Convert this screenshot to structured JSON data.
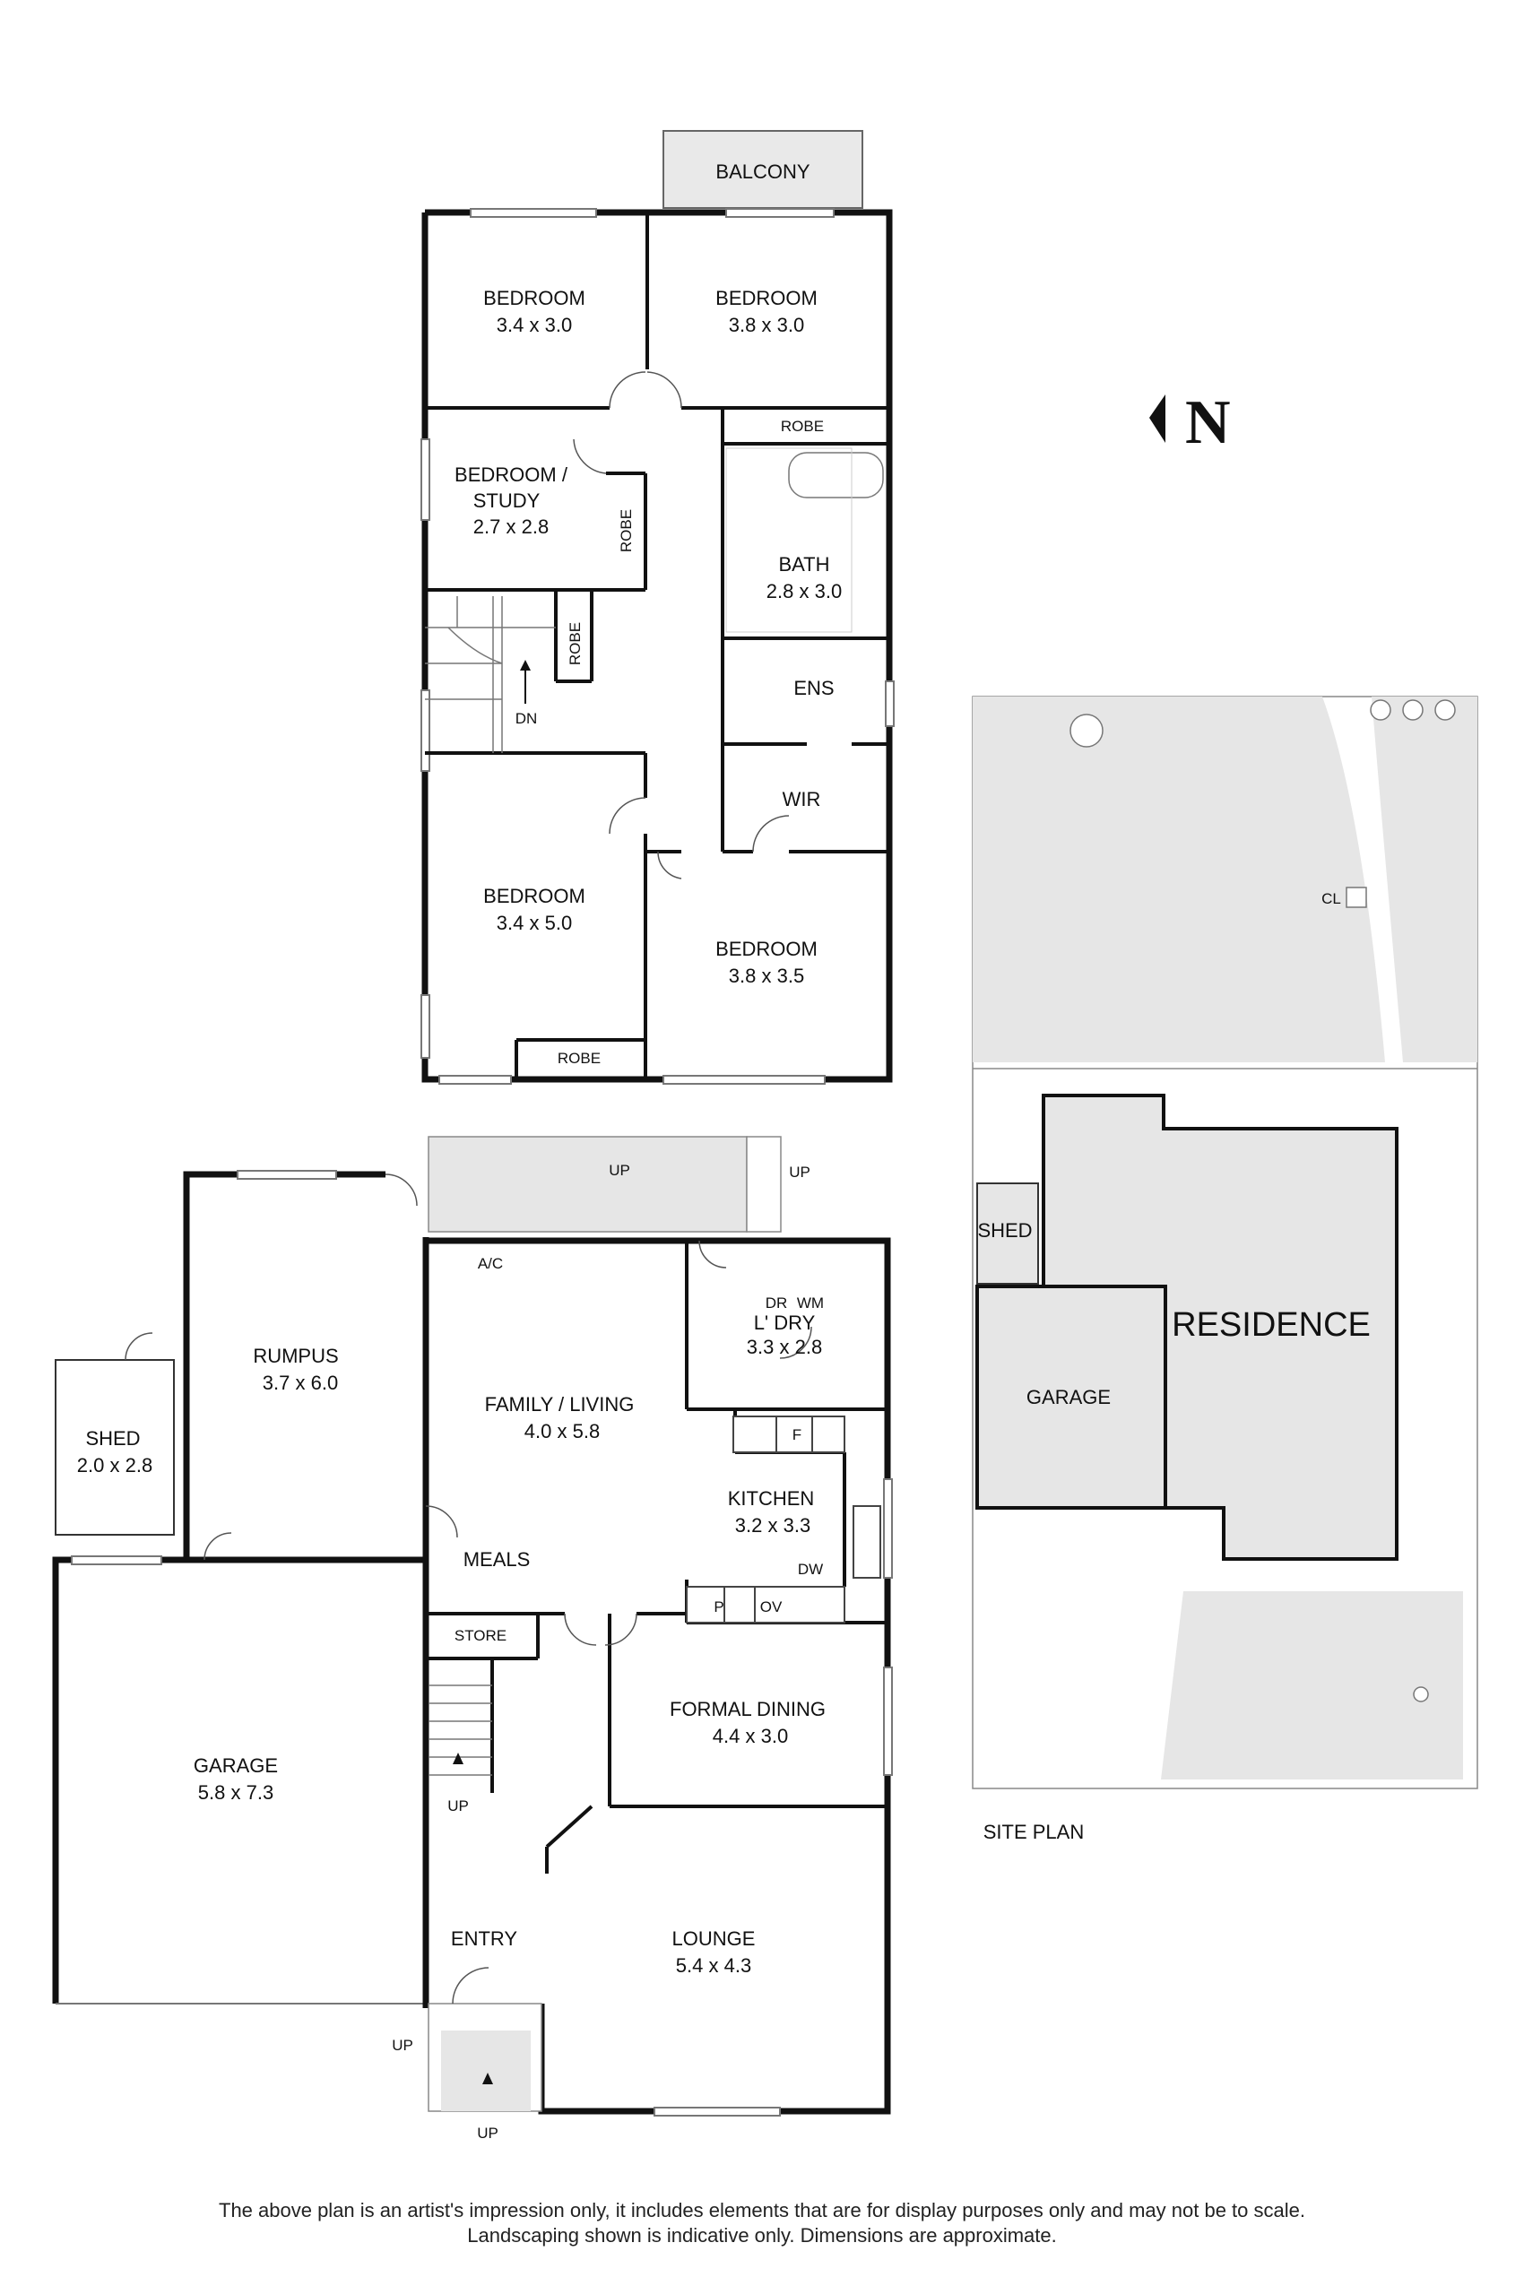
{
  "upper_floor": {
    "balcony": "BALCONY",
    "bedroom_nw": {
      "name": "BEDROOM",
      "size": "3.4 x 3.0"
    },
    "bedroom_ne": {
      "name": "BEDROOM",
      "size": "3.8 x 3.0"
    },
    "robe_top": "ROBE",
    "study": {
      "name_line1": "BEDROOM /",
      "name_line2": "STUDY",
      "size": "2.7 x 2.8"
    },
    "robe_study": "ROBE",
    "robe_stair": "ROBE",
    "bath": {
      "name": "BATH",
      "size": "2.8 x 3.0"
    },
    "ens": "ENS",
    "wir": "WIR",
    "stair_dn": "DN",
    "bedroom_sw": {
      "name": "BEDROOM",
      "size": "3.4 x 5.0"
    },
    "robe_bottom": "ROBE",
    "bedroom_se": {
      "name": "BEDROOM",
      "size": "3.8 x 3.5"
    }
  },
  "ground_floor": {
    "up_top": "UP",
    "up_right": "UP",
    "ac": "A/C",
    "rumpus": {
      "name": "RUMPUS",
      "size": "3.7 x 6.0"
    },
    "shed": {
      "name": "SHED",
      "size": "2.0 x 2.8"
    },
    "family": {
      "name": "FAMILY / LIVING",
      "size": "4.0 x 5.8"
    },
    "laundry": {
      "dr": "DR",
      "wm": "WM",
      "name": "L' DRY",
      "size": "3.3 x 2.8"
    },
    "fridge": "F",
    "kitchen": {
      "name": "KITCHEN",
      "size": "3.2 x 3.3"
    },
    "meals": "MEALS",
    "dw": "DW",
    "pantry": "P",
    "oven": "OV",
    "store": "STORE",
    "garage": {
      "name": "GARAGE",
      "size": "5.8 x 7.3"
    },
    "formal_dining": {
      "name": "FORMAL DINING",
      "size": "4.4 x 3.0"
    },
    "stair_up": "UP",
    "entry": "ENTRY",
    "lounge": {
      "name": "LOUNGE",
      "size": "5.4 x 4.3"
    },
    "up_entry_left": "UP",
    "up_entry_bottom": "UP"
  },
  "site_plan": {
    "cl": "CL",
    "shed": "SHED",
    "residence": "RESIDENCE",
    "garage": "GARAGE",
    "title": "SITE PLAN"
  },
  "compass": {
    "letter": "N"
  },
  "disclaimer": {
    "line1": "The above plan is an artist's impression only, it includes elements that are for display purposes only and may not be to scale.",
    "line2": "Landscaping shown is indicative only. Dimensions are approximate."
  },
  "colors": {
    "wall": "#111111",
    "shade": "#e6e6e6",
    "thin": "#666666"
  }
}
